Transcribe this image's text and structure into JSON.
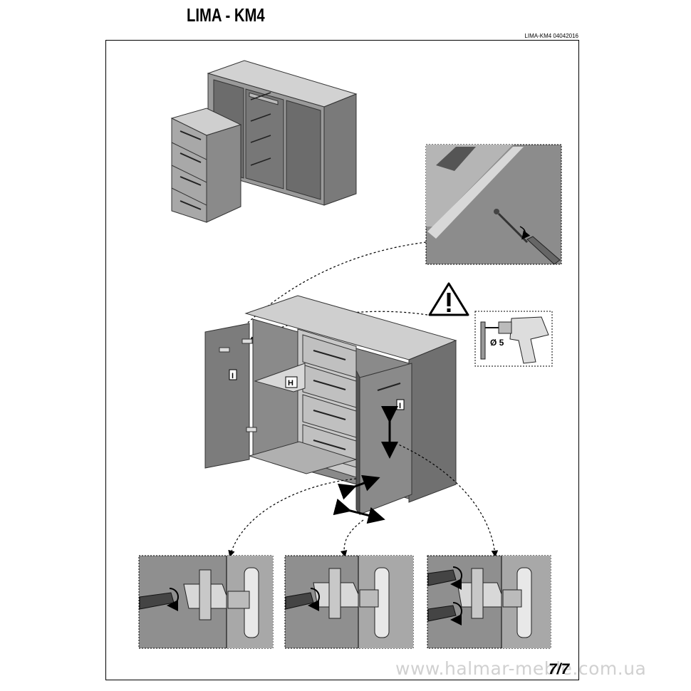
{
  "document": {
    "title": "LIMA - KM4",
    "doc_ref": "LIMA-KM4 04042016",
    "page_number": "7/7",
    "watermark": "www.halmar-meble.com.ua"
  },
  "labels": {
    "left_door": "I",
    "right_door": "I",
    "shelf": "H",
    "drill_size": "Ø 5"
  },
  "icons": [
    "warning-icon",
    "drill-icon",
    "screwdriver-icon",
    "hinge-icon"
  ]
}
